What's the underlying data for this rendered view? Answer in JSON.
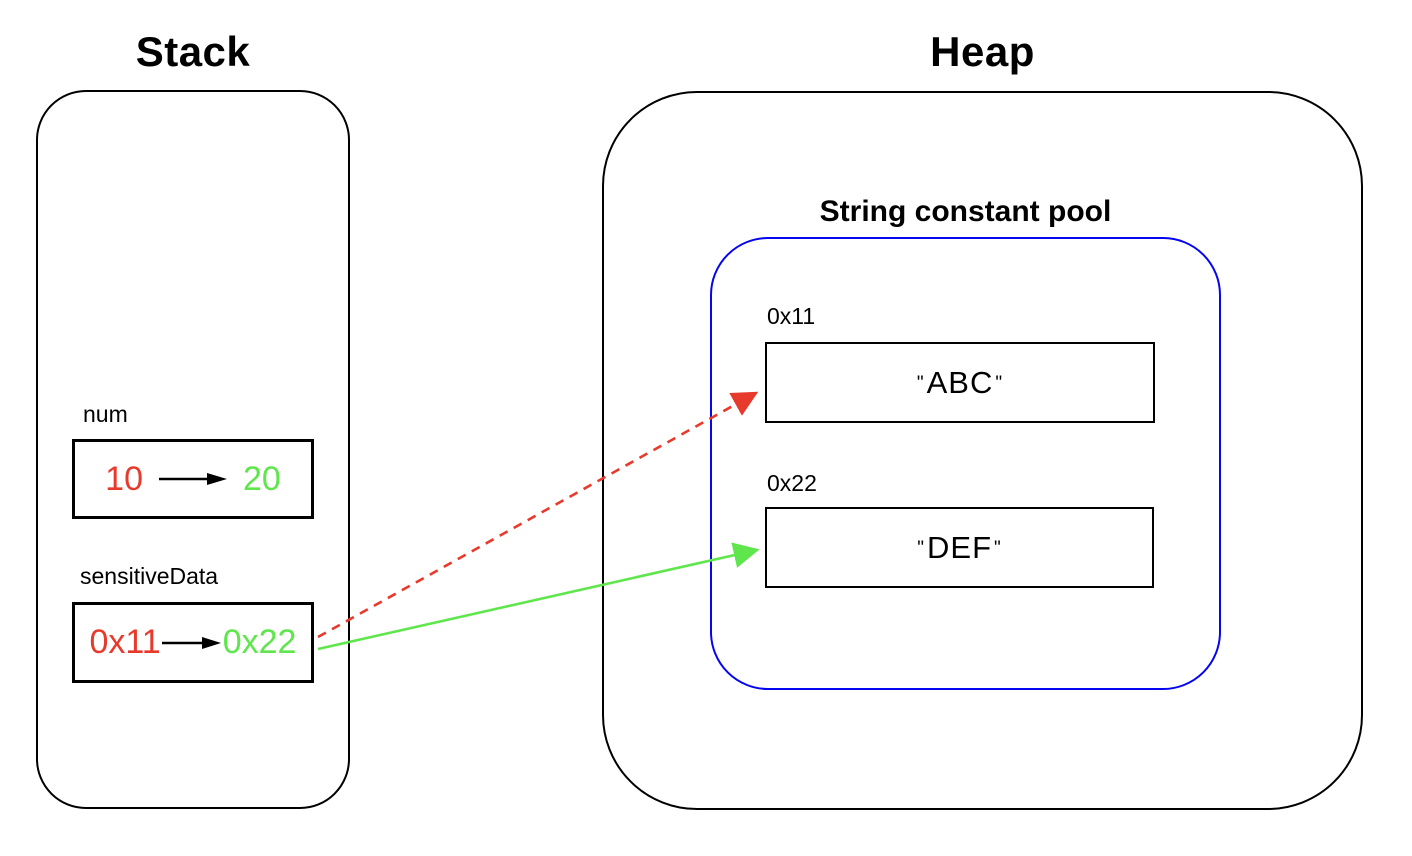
{
  "diagram": {
    "stack": {
      "title": "Stack",
      "variables": [
        {
          "name": "num",
          "old_value": "10",
          "new_value": "20"
        },
        {
          "name": "sensitiveData",
          "old_value": "0x11",
          "new_value": "0x22"
        }
      ]
    },
    "heap": {
      "title": "Heap",
      "pool": {
        "title": "String constant pool",
        "entries": [
          {
            "address": "0x11",
            "quote": "\"",
            "value": "ABC"
          },
          {
            "address": "0x22",
            "quote": "\"",
            "value": "DEF"
          }
        ]
      }
    },
    "colors": {
      "old_value_red": "#e83a2c",
      "new_value_green": "#5fe64c",
      "pool_border_blue": "#0505f0",
      "box_border_black": "#000000"
    },
    "arrows": {
      "old_reference": {
        "style": "dashed",
        "color": "#e83a2c",
        "from": "sensitiveData",
        "to": "0x11"
      },
      "new_reference": {
        "style": "solid",
        "color": "#5fe64c",
        "from": "sensitiveData",
        "to": "0x22"
      }
    }
  }
}
